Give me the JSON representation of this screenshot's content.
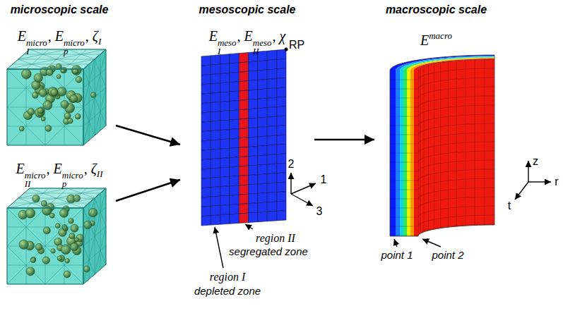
{
  "diagram": {
    "nodes": [
      {
        "text": [
          "microscopic scale",
          "EImicro, Epmicro, ζI"
        ]
      },
      {
        "text": [
          "EIImicro, Epmicro, ζII"
        ]
      },
      {
        "text": [
          "mesoscopic scale",
          "EImeso, EIImeso, χ"
        ]
      },
      {
        "text": [
          "macroscopic scale",
          "Emacro"
        ]
      }
    ],
    "edges": [
      {
        "from": 0,
        "to": 2,
        "arrow": "to"
      },
      {
        "from": 1,
        "to": 2,
        "arrow": "to"
      },
      {
        "from": 2,
        "to": 3,
        "arrow": "to"
      }
    ],
    "labels": [
      "RP",
      "2",
      "1",
      "3",
      "region II",
      "segregated zone",
      "region I",
      "depleted zone",
      "z",
      "r",
      "t",
      "point 1",
      "point 2"
    ]
  }
}
